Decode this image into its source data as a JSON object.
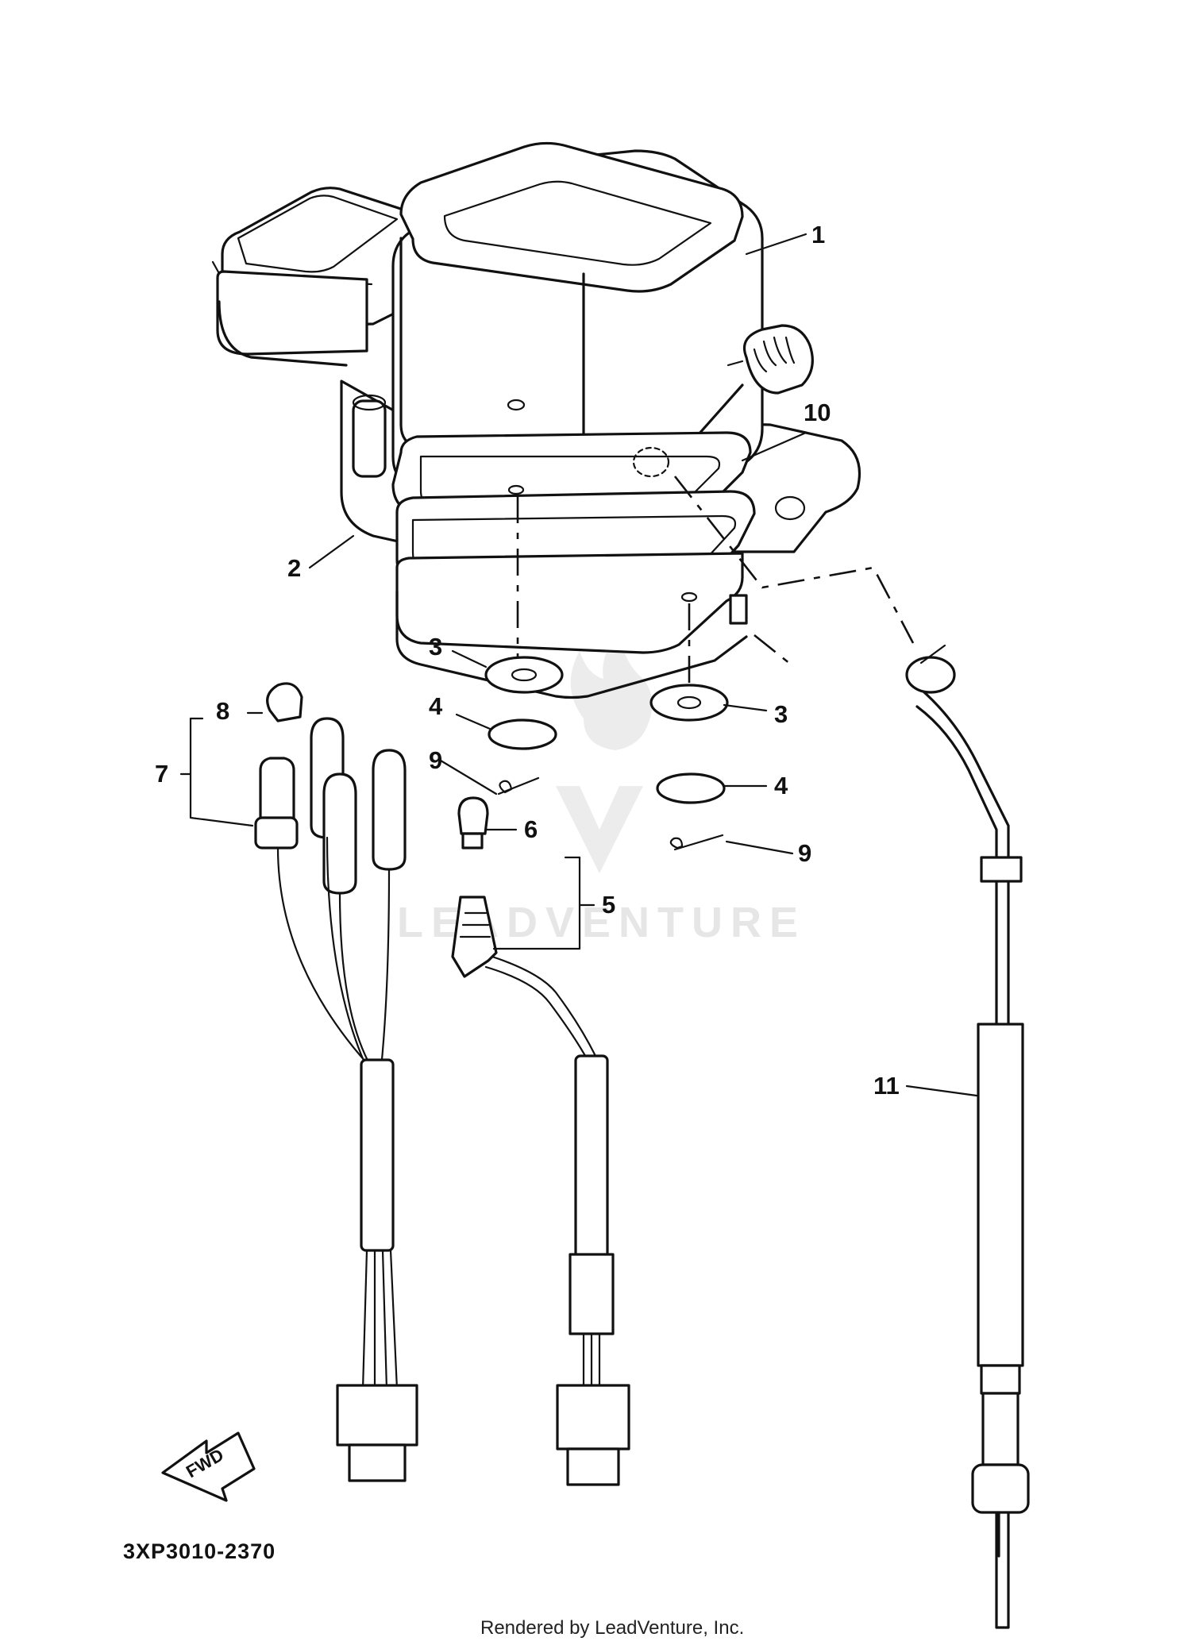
{
  "callouts": [
    {
      "id": "c1",
      "text": "1"
    },
    {
      "id": "c10",
      "text": "10"
    },
    {
      "id": "c2",
      "text": "2"
    },
    {
      "id": "c3a",
      "text": "3"
    },
    {
      "id": "c3b",
      "text": "3"
    },
    {
      "id": "c4a",
      "text": "4"
    },
    {
      "id": "c4b",
      "text": "4"
    },
    {
      "id": "c8",
      "text": "8"
    },
    {
      "id": "c7",
      "text": "7"
    },
    {
      "id": "c9a",
      "text": "9"
    },
    {
      "id": "c9b",
      "text": "9"
    },
    {
      "id": "c6",
      "text": "6"
    },
    {
      "id": "c5",
      "text": "5"
    },
    {
      "id": "c11",
      "text": "11"
    }
  ],
  "fwd_label": "FWD",
  "diagram_code": "3XP3010-2370",
  "watermark": "LEADVENTURE",
  "credit": "Rendered by LeadVenture, Inc."
}
